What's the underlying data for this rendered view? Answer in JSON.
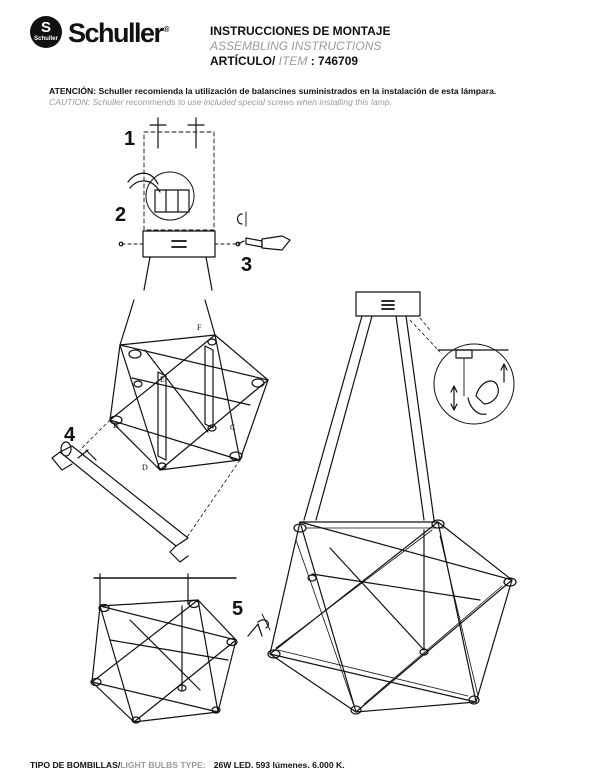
{
  "brand": {
    "badge_letter": "S",
    "badge_small": "Schuller",
    "name": "Schuller",
    "registered": "®"
  },
  "header": {
    "title_es": "INSTRUCCIONES DE MONTAJE",
    "title_en": "ASSEMBLING INSTRUCTIONS",
    "article_label_es": "ARTÍCULO/",
    "article_label_en": "ITEM",
    "article_separator": ":",
    "article_number": "746709"
  },
  "notice": {
    "es": "ATENCIÓN: Schuller recomienda la utilización de balancines suministrados en la instalación de esta lámpara.",
    "en": "CAUTION: Schuller recommends to use included special screws when installing this lamp."
  },
  "steps": [
    "1",
    "2",
    "3",
    "4",
    "5"
  ],
  "part_labels": [
    "F",
    "E",
    "D",
    "C",
    "B"
  ],
  "footer": {
    "label_es": "TIPO DE BOMBILLAS/",
    "label_en": "LIGHT BULBS TYPE:",
    "value": "26W LED. 593 lúmenes. 6.000 K."
  },
  "colors": {
    "ink": "#111111",
    "grey_text": "#9a9a9a"
  }
}
